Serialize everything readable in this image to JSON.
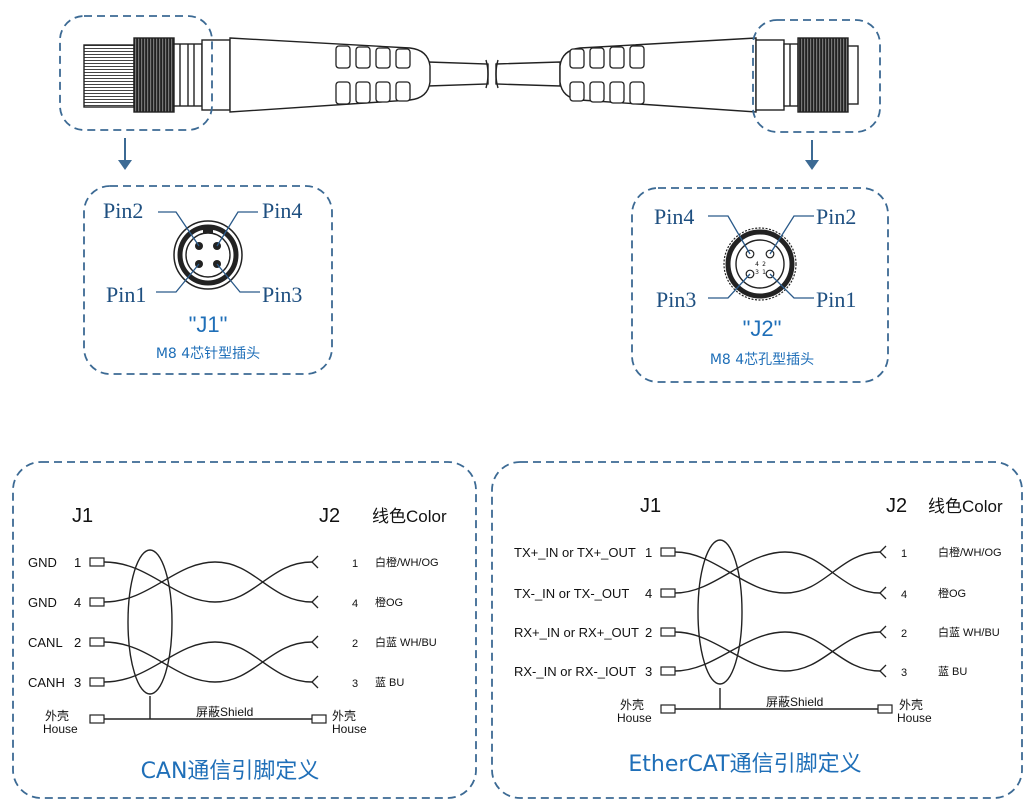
{
  "colors": {
    "accent": "#1f6fb8",
    "dash": "#3c6a94",
    "pin_label": "#1e4f80"
  },
  "j1_detail": {
    "pins": {
      "tl": "Pin2",
      "tr": "Pin4",
      "bl": "Pin1",
      "br": "Pin3"
    },
    "name": "\"J1\"",
    "desc": "M8 4芯针型插头"
  },
  "j2_detail": {
    "pins": {
      "tl": "Pin4",
      "tr": "Pin2",
      "bl": "Pin3",
      "br": "Pin1"
    },
    "face_digits": [
      "4",
      "2",
      "3",
      "1"
    ],
    "name": "\"J2\"",
    "desc": "M8 4芯孔型插头"
  },
  "can": {
    "j1_title": "J1",
    "j2_title": "J2",
    "color_title": "线色Color",
    "rows": [
      {
        "signal": "GND",
        "pin_left": "1",
        "pin_right": "1",
        "color": "白橙/WH/OG"
      },
      {
        "signal": "GND",
        "pin_left": "4",
        "pin_right": "4",
        "color": "橙OG"
      },
      {
        "signal": "CANL",
        "pin_left": "2",
        "pin_right": "2",
        "color": "白蓝 WH/BU"
      },
      {
        "signal": "CANH",
        "pin_left": "3",
        "pin_right": "3",
        "color": "蓝 BU"
      }
    ],
    "house_left": [
      "外壳",
      "House"
    ],
    "house_right": [
      "外壳",
      "House"
    ],
    "shield": "屏蔽Shield",
    "caption": "CAN通信引脚定义"
  },
  "ethercat": {
    "j1_title": "J1",
    "j2_title": "J2",
    "color_title": "线色Color",
    "rows": [
      {
        "signal": "TX+_IN or TX+_OUT",
        "pin_left": "1",
        "pin_right": "1",
        "color": "白橙/WH/OG"
      },
      {
        "signal": "TX-_IN or TX-_OUT",
        "pin_left": "4",
        "pin_right": "4",
        "color": "橙OG"
      },
      {
        "signal": "RX+_IN or RX+_OUT",
        "pin_left": "2",
        "pin_right": "2",
        "color": "白蓝 WH/BU"
      },
      {
        "signal": "RX-_IN or RX-_IOUT",
        "pin_left": "3",
        "pin_right": "3",
        "color": "蓝 BU"
      }
    ],
    "house_left": [
      "外壳",
      "House"
    ],
    "house_right": [
      "外壳",
      "House"
    ],
    "shield": "屏蔽Shield",
    "caption": "EtherCAT通信引脚定义"
  }
}
